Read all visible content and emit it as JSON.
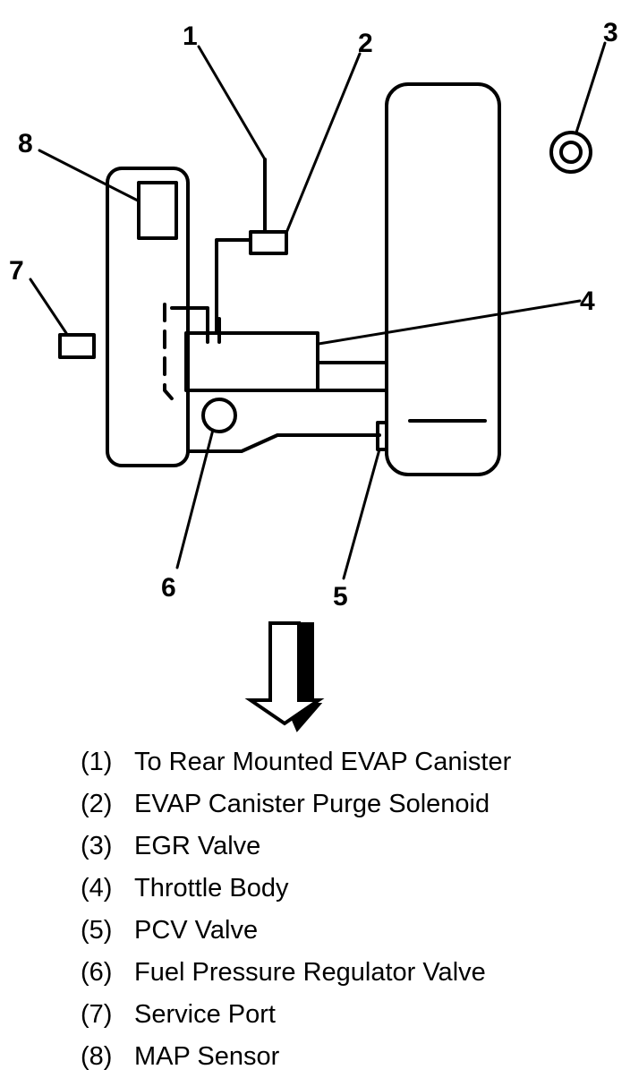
{
  "callouts": [
    "1",
    "2",
    "3",
    "4",
    "5",
    "6",
    "7",
    "8"
  ],
  "legend": [
    {
      "num": "(1)",
      "text": "To Rear Mounted EVAP Canister"
    },
    {
      "num": "(2)",
      "text": "EVAP Canister Purge Solenoid"
    },
    {
      "num": "(3)",
      "text": "EGR Valve"
    },
    {
      "num": "(4)",
      "text": "Throttle Body"
    },
    {
      "num": "(5)",
      "text": "PCV Valve"
    },
    {
      "num": "(6)",
      "text": "Fuel Pressure Regulator Valve"
    },
    {
      "num": "(7)",
      "text": "Service Port"
    },
    {
      "num": "(8)",
      "text": "MAP Sensor"
    }
  ]
}
